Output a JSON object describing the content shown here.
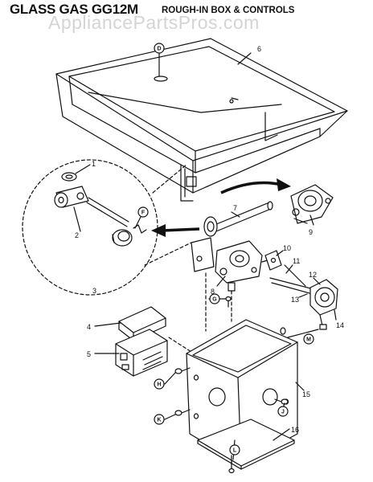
{
  "header": {
    "title": "GLASS GAS GG12M",
    "subtitle": "ROUGH-IN BOX & CONTROLS",
    "watermark": "AppliancePartsPros.com"
  },
  "callouts": [
    "1",
    "2",
    "3",
    "4",
    "5",
    "6",
    "7",
    "8",
    "9",
    "10",
    "11",
    "12",
    "13",
    "14",
    "15",
    "16"
  ],
  "letters": [
    "D",
    "F",
    "G",
    "H",
    "J",
    "K",
    "L",
    "M"
  ]
}
